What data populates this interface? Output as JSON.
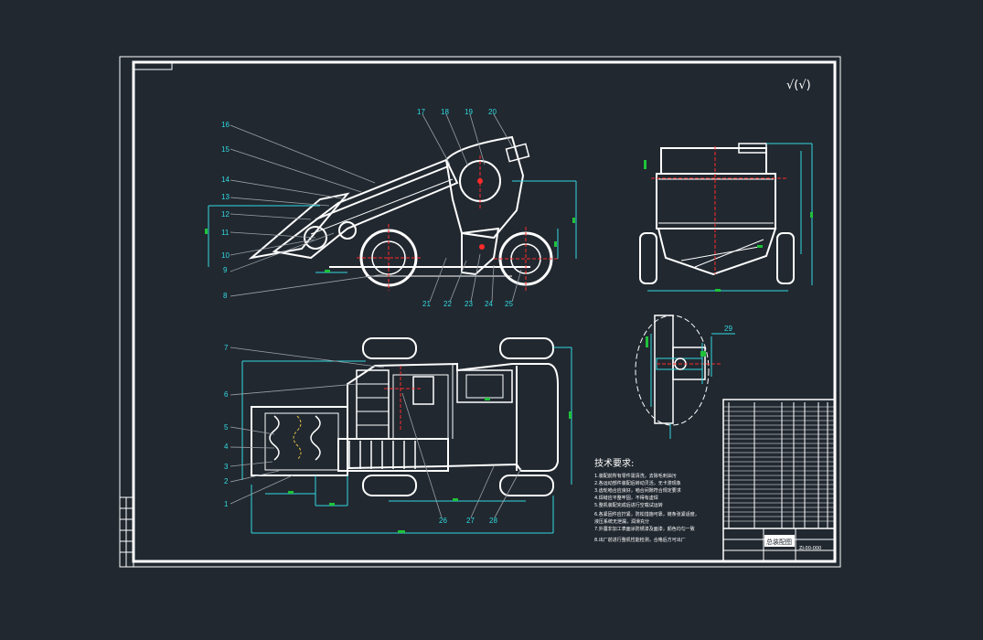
{
  "drawing": {
    "surface_mark": "√(√)",
    "part_labels_side_view": [
      "16",
      "15",
      "14",
      "13",
      "12",
      "11",
      "10",
      "9",
      "8",
      "17",
      "18",
      "19",
      "20",
      "21",
      "22",
      "23",
      "24",
      "25"
    ],
    "part_labels_top_view": [
      "7",
      "6",
      "5",
      "4",
      "3",
      "2",
      "1",
      "26",
      "27",
      "28"
    ],
    "detail_label": "29",
    "tech_requirements": {
      "heading": "技术要求:",
      "lines": [
        "1.装配前所有零件需清洗，去除毛刺油污",
        "2.各运动部件装配后转动灵活，无卡滞现象",
        "3.齿轮啮合应良好，啮合间隙符合规定要求",
        "4.焊缝应平整牢固，不得有虚焊",
        "5.整机装配完成后进行空载试运转",
        "6.各紧固件应拧紧，防松措施可靠，链条张紧适度，",
        "  液压系统无泄漏，润滑充分",
        "7.外露非加工表面涂防锈漆及面漆，颜色均匀一致",
        "8.出厂前进行整机性能检测，合格后方可出厂"
      ]
    },
    "title_block": {
      "title": "总装配图",
      "drawing_no": "ZJ-00-000"
    }
  },
  "colors": {
    "background": "#212830",
    "sheet_line": "#ffffff",
    "dimension": "#32d9e0",
    "centerline": "#ff2a2a",
    "leader": "#9aa0a6",
    "marker": "#1fc23a"
  }
}
